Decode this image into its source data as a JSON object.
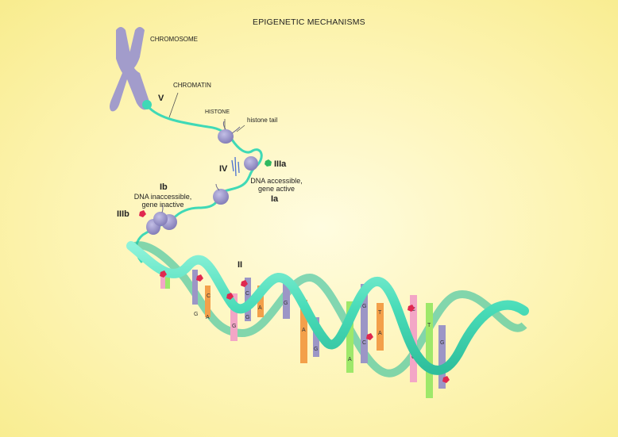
{
  "title": "EPIGENETIC MECHANISMS",
  "labels": {
    "chromosome": "CHROMOSOME",
    "chromatin": "CHROMATIN",
    "histone": "HISTONE",
    "histone_tail": "histone tail",
    "dna_accessible_1": "DNA accessible,",
    "dna_accessible_2": "gene active",
    "dna_inaccessible_1": "DNA inaccessible,",
    "dna_inaccessible_2": "gene inactive"
  },
  "roman": {
    "V": "V",
    "IV": "IV",
    "IIIa": "IIIa",
    "IIIb": "IIIb",
    "Ia": "Ia",
    "Ib": "Ib",
    "II": "II"
  },
  "colors": {
    "background": "#fdf4b3",
    "chromosome": "#a29ccb",
    "strand": "#3fd9b6",
    "histone": "#9a94c9",
    "methyl_tag": "#e0284f",
    "acetyl_tag": "#2fb860",
    "base_A": "#f3a04a",
    "base_T": "#9ee86a",
    "base_G": "#9c96c6",
    "base_C": "#f3a6c6"
  }
}
